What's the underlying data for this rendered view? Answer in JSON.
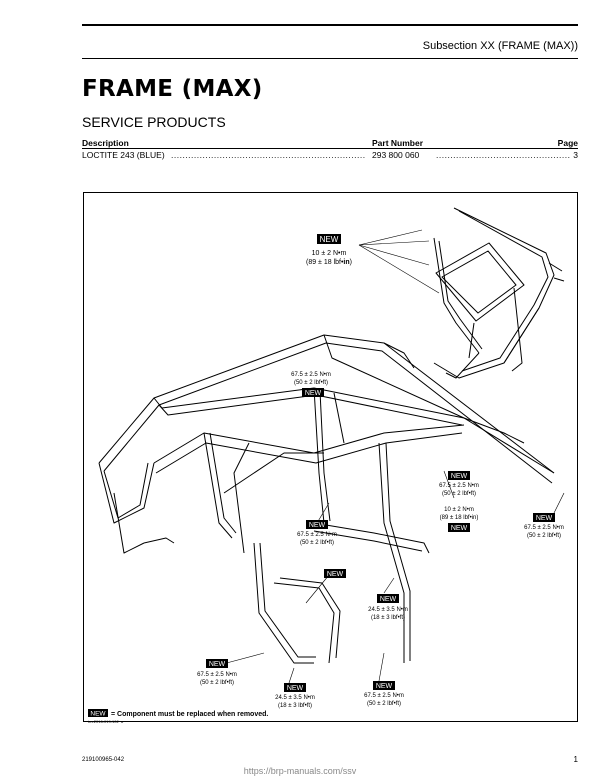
{
  "header": {
    "subsection": "Subsection XX (FRAME (MAX))"
  },
  "title": "FRAME (MAX)",
  "section": "SERVICE PRODUCTS",
  "table": {
    "headers": {
      "description": "Description",
      "part_number": "Part Number",
      "page": "Page"
    },
    "rows": [
      {
        "description": "LOCTITE 243 (BLUE)",
        "part_number": "293 800 060",
        "page": "3"
      }
    ]
  },
  "figure": {
    "badge": "NEW",
    "labels": {
      "top_torque_1": "10 ± 2 N•m",
      "top_torque_2a": "(89 ± 18 lbf•",
      "top_torque_2b": "in",
      "top_torque_2c": ")",
      "t1a": "67.5 ± 2.5 N•m",
      "t1b": "(50 ± 2 lbf•ft)",
      "t2a": "67.5 ± 2.5 N•m",
      "t2b": "(50 ± 2 lbf•ft)",
      "t3a": "10 ± 2 N•m",
      "t3b": "(89 ± 18 lbf•in)",
      "t4a": "67.5 ± 2.5 N•m",
      "t4b": "(50 ± 2 lbf•ft)",
      "t5a": "67.5 ± 2.5 N•m",
      "t5b": "(50 ± 2 lbf•ft)",
      "t6a": "24.5 ± 3.5 N•m",
      "t6b": "(18 ± 3 lbf•ft)",
      "t7a": "67.5 ± 2.5 N•m",
      "t7b": "(50 ± 2 lbf•ft)",
      "t8a": "24.5 ± 3.5 N•m",
      "t8b": "(18 ± 3 lbf•ft)",
      "t9a": "67.5 ± 2.5 N•m",
      "t9b": "(50 ± 2 lbf•ft)"
    },
    "legend": "= Component must be replaced when removed.",
    "ref": "tmr2016-019-102_a"
  },
  "footer": {
    "code": "219100965-042",
    "page": "1",
    "url": "https://brp-manuals.com/ssv"
  }
}
